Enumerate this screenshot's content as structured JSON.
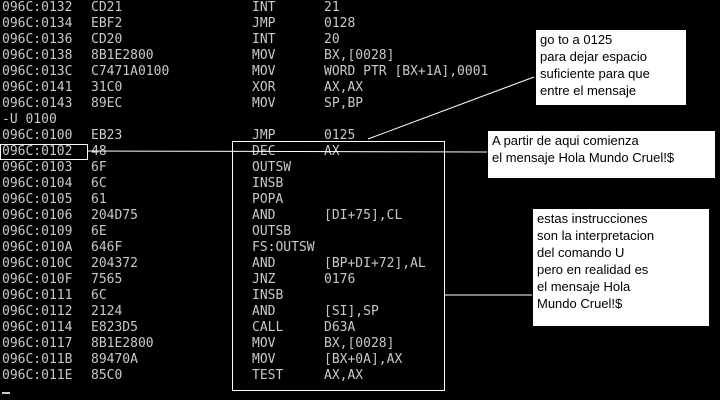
{
  "terminal": {
    "lines_before": [
      {
        "addr": "096C:0132",
        "hex": "CD21",
        "mnemonic": "INT",
        "operand": "21"
      },
      {
        "addr": "096C:0134",
        "hex": "EBF2",
        "mnemonic": "JMP",
        "operand": "0128"
      },
      {
        "addr": "096C:0136",
        "hex": "CD20",
        "mnemonic": "INT",
        "operand": "20"
      },
      {
        "addr": "096C:0138",
        "hex": "8B1E2800",
        "mnemonic": "MOV",
        "operand": "BX,[0028]"
      },
      {
        "addr": "096C:013C",
        "hex": "C7471A0100",
        "mnemonic": "MOV",
        "operand": "WORD PTR [BX+1A],0001"
      },
      {
        "addr": "096C:0141",
        "hex": "31C0",
        "mnemonic": "XOR",
        "operand": "AX,AX"
      },
      {
        "addr": "096C:0143",
        "hex": "89EC",
        "mnemonic": "MOV",
        "operand": "SP,BP"
      }
    ],
    "command": "-U 0100",
    "lines_after": [
      {
        "addr": "096C:0100",
        "hex": "EB23",
        "mnemonic": "JMP",
        "operand": "0125"
      },
      {
        "addr": "096C:0102",
        "hex": "48",
        "mnemonic": "DEC",
        "operand": "AX"
      },
      {
        "addr": "096C:0103",
        "hex": "6F",
        "mnemonic": "OUTSW",
        "operand": ""
      },
      {
        "addr": "096C:0104",
        "hex": "6C",
        "mnemonic": "INSB",
        "operand": ""
      },
      {
        "addr": "096C:0105",
        "hex": "61",
        "mnemonic": "POPA",
        "operand": ""
      },
      {
        "addr": "096C:0106",
        "hex": "204D75",
        "mnemonic": "AND",
        "operand": "[DI+75],CL"
      },
      {
        "addr": "096C:0109",
        "hex": "6E",
        "mnemonic": "OUTSB",
        "operand": ""
      },
      {
        "addr": "096C:010A",
        "hex": "646F",
        "mnemonic": "FS:OUTSW",
        "operand": ""
      },
      {
        "addr": "096C:010C",
        "hex": "204372",
        "mnemonic": "AND",
        "operand": "[BP+DI+72],AL"
      },
      {
        "addr": "096C:010F",
        "hex": "7565",
        "mnemonic": "JNZ",
        "operand": "0176"
      },
      {
        "addr": "096C:0111",
        "hex": "6C",
        "mnemonic": "INSB",
        "operand": ""
      },
      {
        "addr": "096C:0112",
        "hex": "2124",
        "mnemonic": "AND",
        "operand": "[SI],SP"
      },
      {
        "addr": "096C:0114",
        "hex": "E823D5",
        "mnemonic": "CALL",
        "operand": "D63A"
      },
      {
        "addr": "096C:0117",
        "hex": "8B1E2800",
        "mnemonic": "MOV",
        "operand": "BX,[0028]"
      },
      {
        "addr": "096C:011B",
        "hex": "89470A",
        "mnemonic": "MOV",
        "operand": "[BX+0A],AX"
      },
      {
        "addr": "096C:011E",
        "hex": "85C0",
        "mnemonic": "TEST",
        "operand": "AX,AX"
      }
    ]
  },
  "callouts": {
    "goto": [
      "go to a 0125",
      "para dejar espacio",
      "suficiente para que",
      "entre el mensaje"
    ],
    "hola": [
      "A partir de aqui comienza",
      "el mensaje Hola Mundo Cruel!$"
    ],
    "instr": [
      "estas instrucciones",
      "son la interpretacion",
      "del comando U",
      "pero en realidad es",
      "el mensaje Hola",
      "Mundo Cruel!$"
    ]
  },
  "colors": {
    "background": "#000000",
    "text": "#c8c8c8",
    "annotation_line": "#ffffff",
    "callout_bg": "#ffffff"
  }
}
